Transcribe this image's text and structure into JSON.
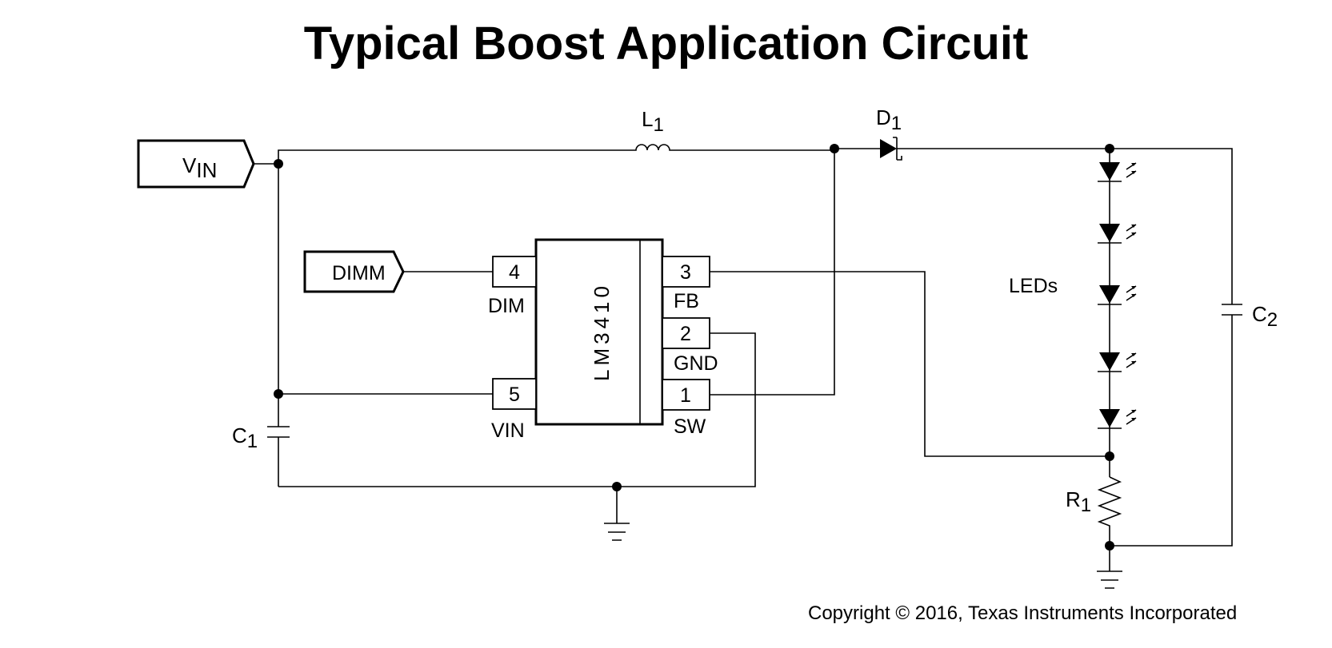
{
  "title": "Typical Boost Application Circuit",
  "copyright": "Copyright © 2016, Texas Instruments Incorporated",
  "ports": {
    "vin": {
      "main": "V",
      "sub": "IN"
    },
    "dimm": "DIMM"
  },
  "ic": {
    "name": "LM3410",
    "pins": [
      {
        "number": "4",
        "label": "DIM"
      },
      {
        "number": "5",
        "label": "VIN"
      },
      {
        "number": "3",
        "label": "FB"
      },
      {
        "number": "2",
        "label": "GND"
      },
      {
        "number": "1",
        "label": "SW"
      }
    ]
  },
  "components": {
    "l1": {
      "main": "L",
      "sub": "1"
    },
    "d1": {
      "main": "D",
      "sub": "1"
    },
    "c1": {
      "main": "C",
      "sub": "1"
    },
    "c2": {
      "main": "C",
      "sub": "2"
    },
    "r1": {
      "main": "R",
      "sub": "1"
    },
    "leds": "LEDs"
  }
}
